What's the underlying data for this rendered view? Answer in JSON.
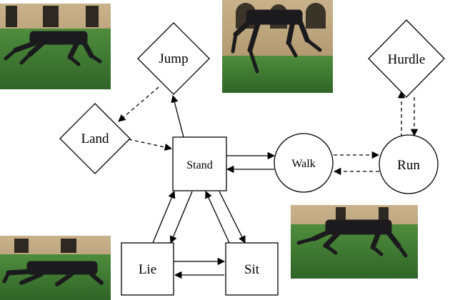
{
  "nodes": {
    "jump": "Jump",
    "land": "Land",
    "stand": "Stand",
    "walk": "Walk",
    "run": "Run",
    "hurdle": "Hurdle",
    "lie": "Lie",
    "sit": "Sit"
  },
  "photos": {
    "top_left": "robot-dog-leaning-forward",
    "top_center": "robot-dog-jumping",
    "bottom_left": "robot-dog-lying",
    "bottom_right": "robot-dog-walking"
  },
  "colors": {
    "line": "#000000",
    "grass": "#3f7a34",
    "wall": "#b79f78",
    "robot": "#1b1b1d"
  }
}
